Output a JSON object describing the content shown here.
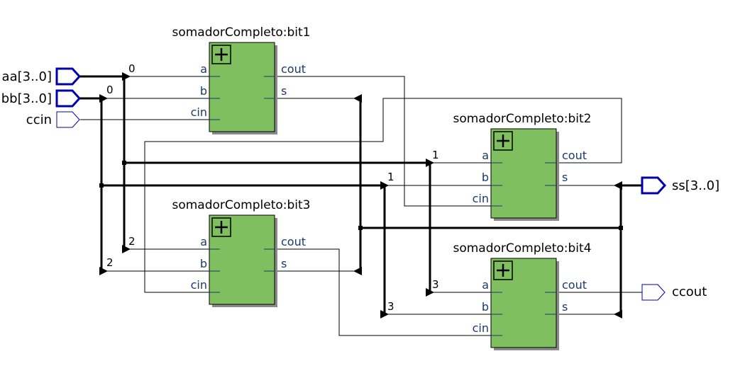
{
  "inputs": {
    "aa": "aa[3..0]",
    "bb": "bb[3..0]",
    "ccin": "ccin"
  },
  "outputs": {
    "ss": "ss[3..0]",
    "ccout": "ccout"
  },
  "ports": {
    "a": "a",
    "b": "b",
    "cin": "cin",
    "cout": "cout",
    "s": "s"
  },
  "blocks": {
    "bit1": {
      "title": "somadorCompleto:bit1"
    },
    "bit2": {
      "title": "somadorCompleto:bit2"
    },
    "bit3": {
      "title": "somadorCompleto:bit3"
    },
    "bit4": {
      "title": "somadorCompleto:bit4"
    }
  },
  "bus_taps": {
    "aa_bit1": "0",
    "bb_bit1": "0",
    "aa_bit2": "1",
    "bb_bit2": "1",
    "aa_bit3": "2",
    "bb_bit3": "2",
    "aa_bit4": "3",
    "bb_bit4": "3"
  },
  "colors": {
    "block_fill": "#7fbf5f",
    "io_outline": "#0000aa",
    "port_text": "#1a3a6c"
  },
  "icons": {
    "block_expand": "plus-box-icon"
  }
}
